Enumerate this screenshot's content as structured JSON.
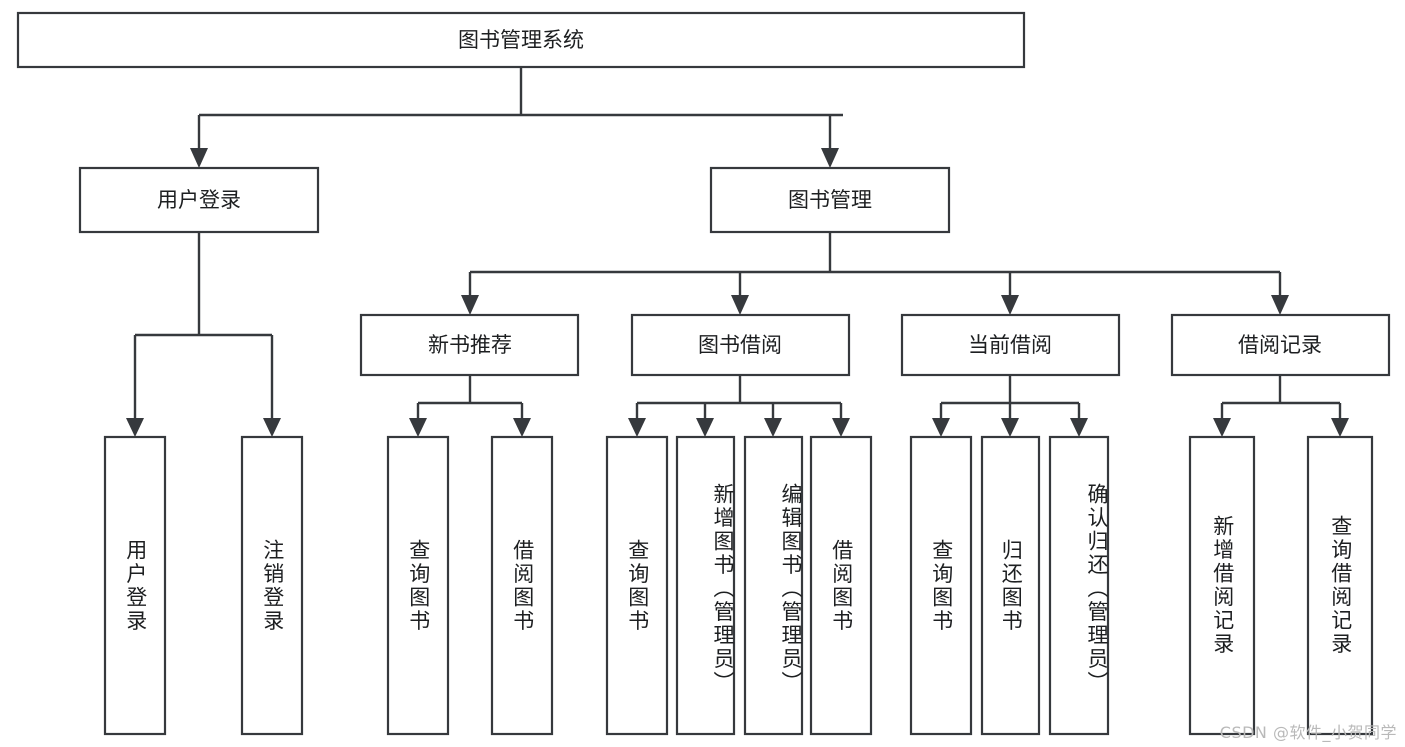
{
  "diagram": {
    "type": "tree-hierarchy",
    "title": "图书管理系统",
    "root": {
      "label": "图书管理系统",
      "orientation": "horizontal"
    },
    "level2": [
      {
        "label": "用户登录",
        "orientation": "horizontal"
      },
      {
        "label": "图书管理",
        "orientation": "horizontal"
      }
    ],
    "level3": [
      {
        "label": "新书推荐",
        "orientation": "horizontal"
      },
      {
        "label": "图书借阅",
        "orientation": "horizontal"
      },
      {
        "label": "当前借阅",
        "orientation": "horizontal"
      },
      {
        "label": "借阅记录",
        "orientation": "horizontal"
      }
    ],
    "leaves": {
      "user_login": [
        {
          "label": "用户登录",
          "orientation": "vertical"
        },
        {
          "label": "注销登录",
          "orientation": "vertical"
        }
      ],
      "new_book_recommend": [
        {
          "label": "查询图书",
          "orientation": "vertical"
        },
        {
          "label": "借阅图书",
          "orientation": "vertical"
        }
      ],
      "book_borrow": [
        {
          "label": "查询图书",
          "orientation": "vertical"
        },
        {
          "label": "新增图书（管理员）",
          "orientation": "vertical"
        },
        {
          "label": "编辑图书（管理员）",
          "orientation": "vertical"
        },
        {
          "label": "借阅图书",
          "orientation": "vertical"
        }
      ],
      "current_borrow": [
        {
          "label": "查询图书",
          "orientation": "vertical"
        },
        {
          "label": "归还图书",
          "orientation": "vertical"
        },
        {
          "label": "确认归还（管理员）",
          "orientation": "vertical"
        }
      ],
      "borrow_records": [
        {
          "label": "新增借阅记录",
          "orientation": "vertical"
        },
        {
          "label": "查询借阅记录",
          "orientation": "vertical"
        }
      ]
    },
    "colors": {
      "stroke": "#36393d",
      "fill": "#ffffff",
      "text": "#1d1f21",
      "watermark": "#b9b9b9",
      "background": "#ffffff"
    }
  },
  "watermark": {
    "text": "CSDN @软件_小贺同学"
  }
}
